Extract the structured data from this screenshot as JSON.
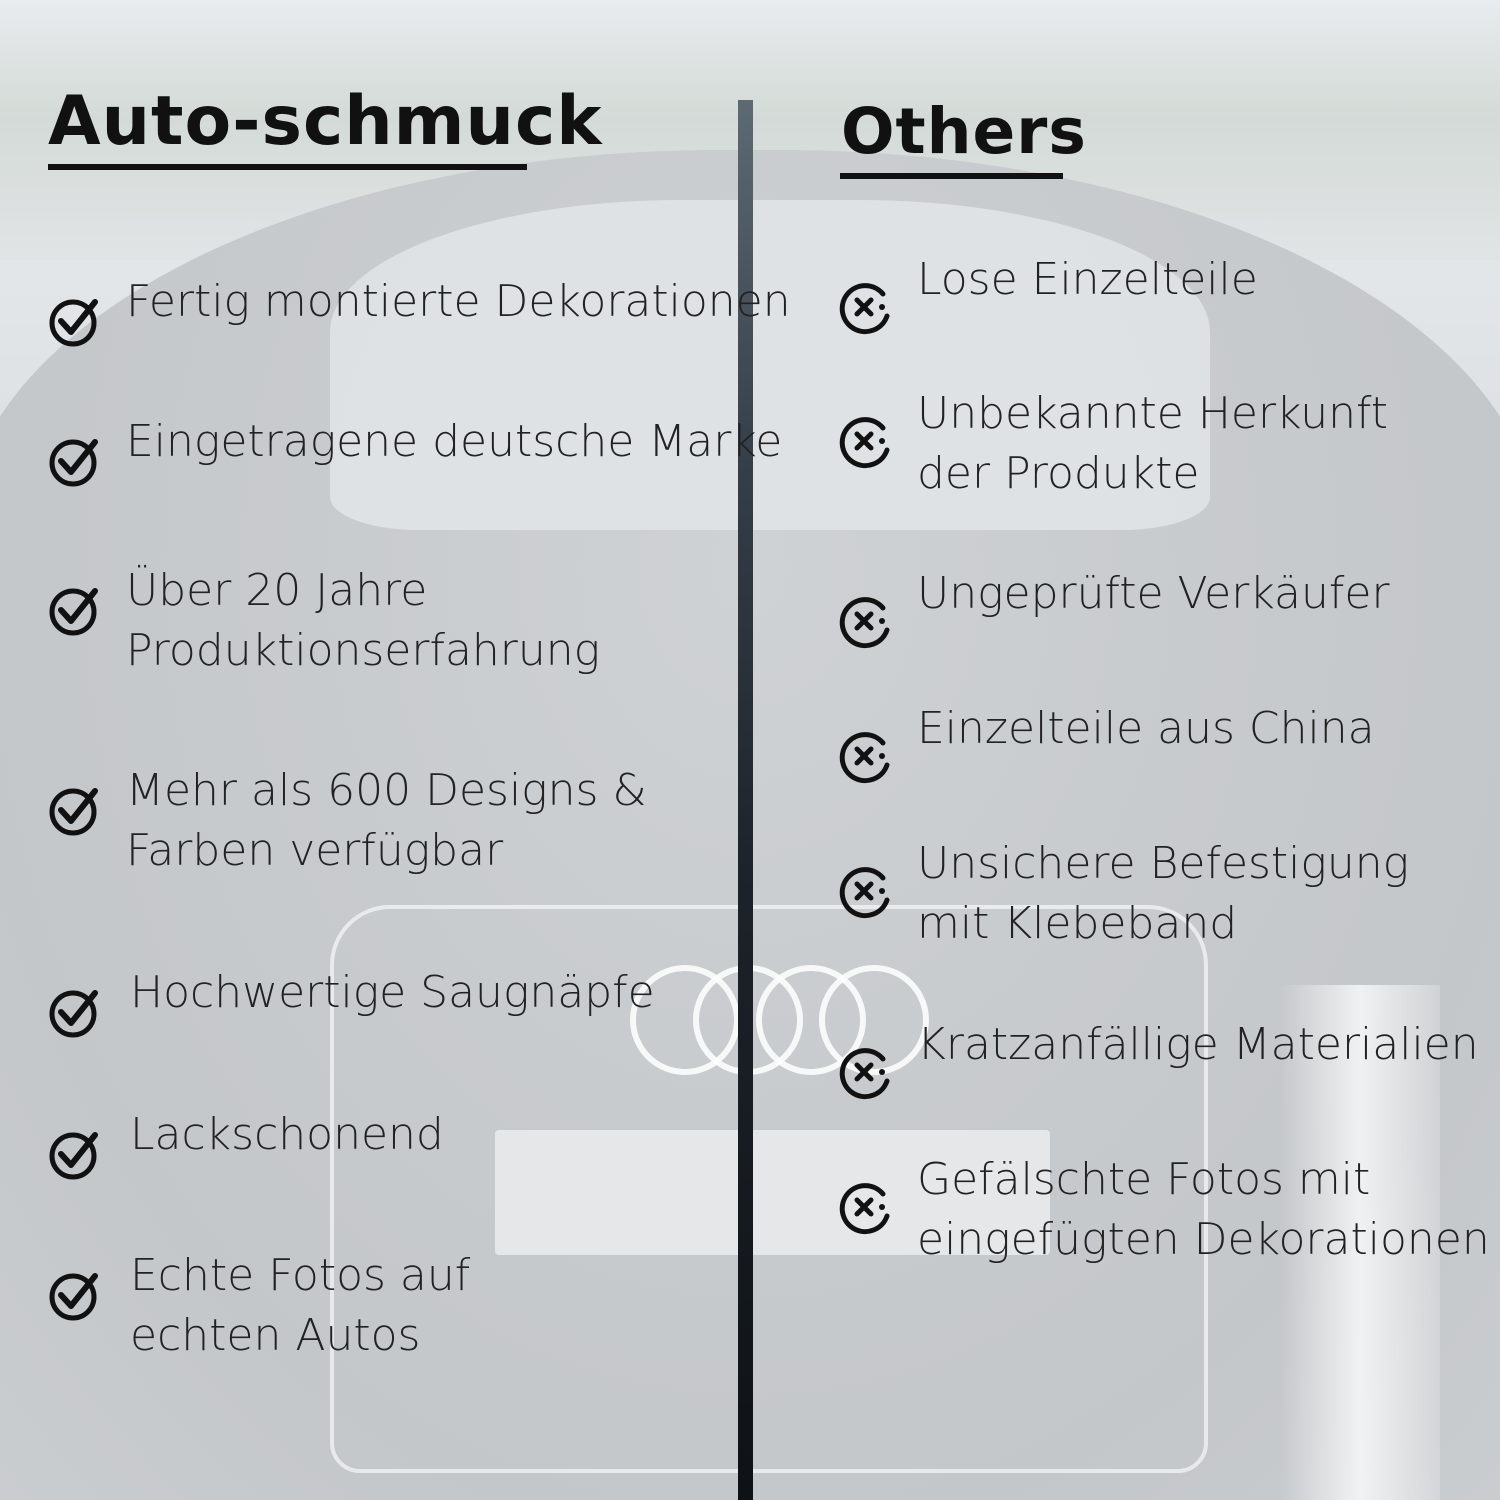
{
  "left": {
    "heading": "Auto-schmuck",
    "items": [
      {
        "lines": [
          "Fertig montierte Dekorationen"
        ]
      },
      {
        "lines": [
          "Eingetragene deutsche Marke"
        ]
      },
      {
        "lines": [
          "Über 20 Jahre",
          "Produktionserfahrung"
        ]
      },
      {
        "lines": [
          "Mehr als 600 Designs &",
          "Farben verfügbar"
        ]
      },
      {
        "lines": [
          "Hochwertige Saugnäpfe"
        ]
      },
      {
        "lines": [
          "Lackschonend"
        ]
      },
      {
        "lines": [
          "Echte Fotos auf",
          "echten Autos"
        ]
      }
    ]
  },
  "right": {
    "heading": "Others",
    "items": [
      {
        "lines": [
          "Lose Einzelteile"
        ]
      },
      {
        "lines": [
          "Unbekannte Herkunft",
          "der Produkte"
        ]
      },
      {
        "lines": [
          "Ungeprüfte Verkäufer"
        ]
      },
      {
        "lines": [
          "Einzelteile aus China"
        ]
      },
      {
        "lines": [
          "Unsichere Befestigung",
          "mit Klebeband"
        ]
      },
      {
        "lines": [
          "Kratzanfällige Materialien"
        ]
      },
      {
        "lines": [
          "Gefälschte Fotos mit",
          "eingefügten Dekorationen"
        ]
      }
    ]
  },
  "icons": {
    "left": "check-circle-icon",
    "right": "x-circle-icon"
  },
  "colors": {
    "text": "#222222",
    "heading": "#111111",
    "divider": "#1d232a"
  }
}
